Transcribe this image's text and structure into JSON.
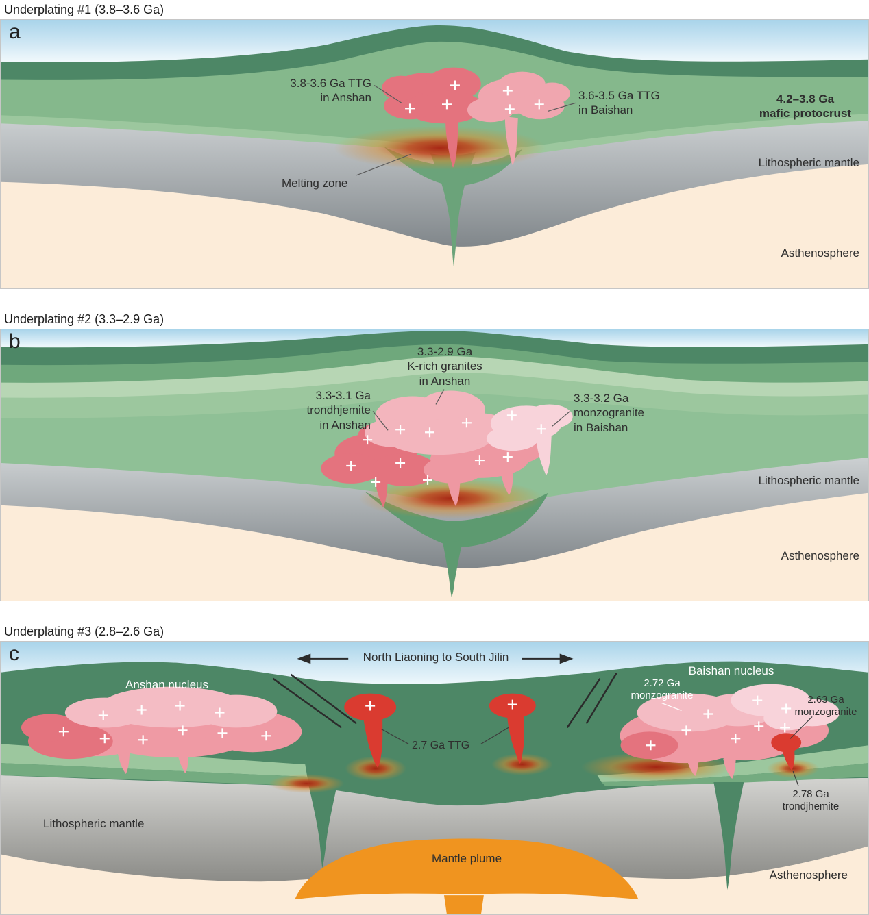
{
  "panels": [
    {
      "letter": "a",
      "title": "Underplating #1 (3.8–3.6 Ga)",
      "labels": {
        "ttg_anshan": "3.8-3.6 Ga TTG\nin Anshan",
        "ttg_baishan": "3.6-3.5 Ga TTG\nin Baishan",
        "protocrust": "4.2–3.8 Ga\nmafic protocrust",
        "melting_zone": "Melting zone",
        "lithospheric_mantle": "Lithospheric mantle",
        "asthenosphere": "Asthenosphere"
      }
    },
    {
      "letter": "b",
      "title": "Underplating #2 (3.3–2.9 Ga)",
      "labels": {
        "krich_granites": "3.3-2.9 Ga\nK-rich granites\nin Anshan",
        "trondhjemite": "3.3-3.1 Ga\ntrondhjemite\nin Anshan",
        "monzogranite": "3.3-3.2 Ga\nmonzogranite\nin Baishan",
        "lithospheric_mantle": "Lithospheric mantle",
        "asthenosphere": "Asthenosphere"
      }
    },
    {
      "letter": "c",
      "title": "Underplating #3 (2.8–2.6 Ga)",
      "labels": {
        "direction": "North Liaoning to South Jilin",
        "anshan_nucleus": "Anshan nucleus",
        "baishan_nucleus": "Baishan nucleus",
        "monzogranite_272": "2.72 Ga\nmonzogranite",
        "monzogranite_263": "2.63 Ga\nmonzogranite",
        "ttg_27": "2.7 Ga TTG",
        "trondjhemite_278": "2.78 Ga\ntrondjhemite",
        "lithospheric_mantle": "Lithospheric mantle",
        "mantle_plume": "Mantle plume",
        "asthenosphere": "Asthenosphere"
      }
    }
  ],
  "colors": {
    "sky": "#a9d4ea",
    "crust_dark_green": "#4d8766",
    "crust_mid_green": "#85b88c",
    "crust_light_green": "#9cc79e",
    "crust_pale_green": "#b7d6b4",
    "mantle_gray_top": "#cdd1d3",
    "mantle_gray_bottom": "#7e8488",
    "asthenosphere_cream": "#fcecd9",
    "pink_dark": "#e4737e",
    "pink_mid": "#ef9aa4",
    "pink_light": "#f3b5bd",
    "pink_pale": "#f8d3da",
    "ttg_red": "#da3b30",
    "melt_core_red": "#a81f0e",
    "plume_orange": "#f0941f"
  }
}
